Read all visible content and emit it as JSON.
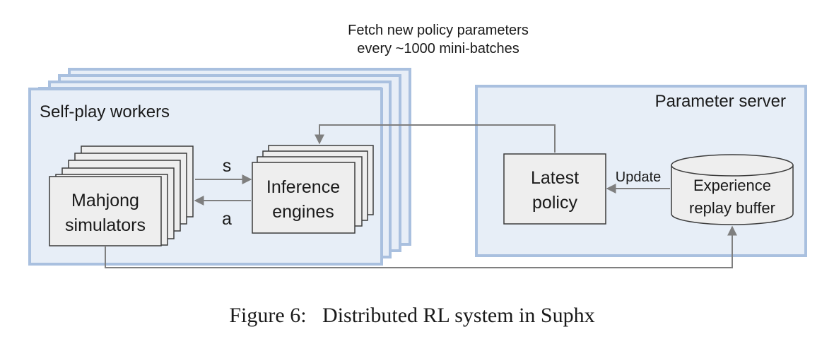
{
  "note": {
    "line1": "Fetch new policy parameters",
    "line2": "every ~1000 mini-batches"
  },
  "workers": {
    "title": "Self-play workers",
    "simulators": {
      "line1": "Mahjong",
      "line2": "simulators"
    },
    "engines": {
      "line1": "Inference",
      "line2": "engines"
    },
    "state_label": "s",
    "action_label": "a"
  },
  "server": {
    "title": "Parameter server",
    "policy": {
      "line1": "Latest",
      "line2": "policy"
    },
    "buffer": {
      "line1": "Experience",
      "line2": "replay buffer"
    },
    "update_label": "Update"
  },
  "caption": "Figure 6:   Distributed RL system in Suphx",
  "colors": {
    "outer_border": "#a9c0df",
    "outer_fill": "#e7eef7",
    "inner_fill": "#eeeeee",
    "inner_border": "#3c3c3c",
    "arrow": "#7f7f7f"
  }
}
